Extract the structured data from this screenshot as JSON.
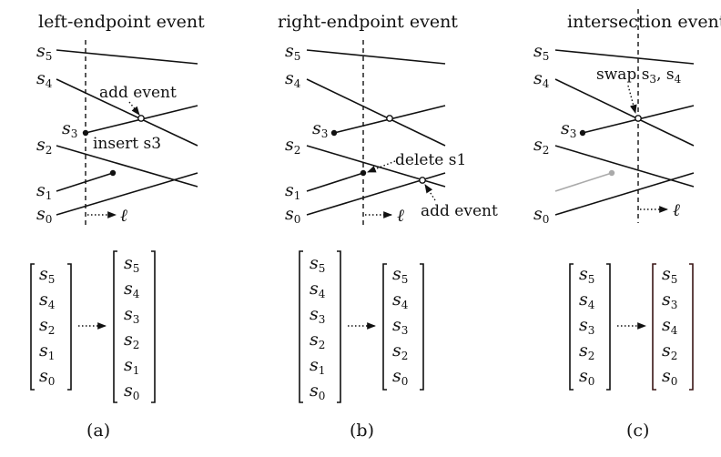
{
  "panels": [
    {
      "id": "a",
      "title": "left-endpoint event",
      "caption": "(a)",
      "segment_labels": [
        "s5",
        "s4",
        "s3",
        "s2",
        "s1",
        "s0"
      ],
      "annotations": [
        "add event",
        "insert s3"
      ],
      "sweep_label": "ℓ",
      "status_before": [
        "s5",
        "s4",
        "s2",
        "s1",
        "s0"
      ],
      "status_after": [
        "s5",
        "s4",
        "s3",
        "s2",
        "s1",
        "s0"
      ]
    },
    {
      "id": "b",
      "title": "right-endpoint event",
      "caption": "(b)",
      "segment_labels": [
        "s5",
        "s4",
        "s3",
        "s2",
        "s1",
        "s0"
      ],
      "annotations": [
        "delete s1",
        "add event"
      ],
      "sweep_label": "ℓ",
      "status_before": [
        "s5",
        "s4",
        "s3",
        "s2",
        "s1",
        "s0"
      ],
      "status_after": [
        "s5",
        "s4",
        "s3",
        "s2",
        "s0"
      ]
    },
    {
      "id": "c",
      "title": "intersection event",
      "caption": "(c)",
      "segment_labels": [
        "s5",
        "s4",
        "s3",
        "s2",
        "s0"
      ],
      "annotations": [
        "swap s3, s4"
      ],
      "sweep_label": "ℓ",
      "status_before": [
        "s5",
        "s4",
        "s3",
        "s2",
        "s0"
      ],
      "status_after": [
        "s5",
        "s3",
        "s4",
        "s2",
        "s0"
      ]
    }
  ],
  "colors": {
    "ink": "#111111",
    "faded_segment": "#aaaaaa",
    "bracket_dark": "#3a1616"
  }
}
